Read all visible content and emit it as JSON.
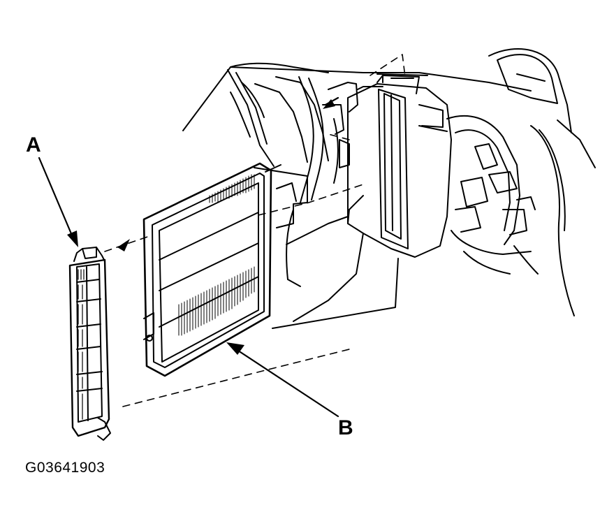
{
  "callouts": {
    "a": "A",
    "b": "B"
  },
  "figure_id": "G03641903",
  "colors": {
    "ink": "#000000",
    "paper": "#ffffff"
  }
}
